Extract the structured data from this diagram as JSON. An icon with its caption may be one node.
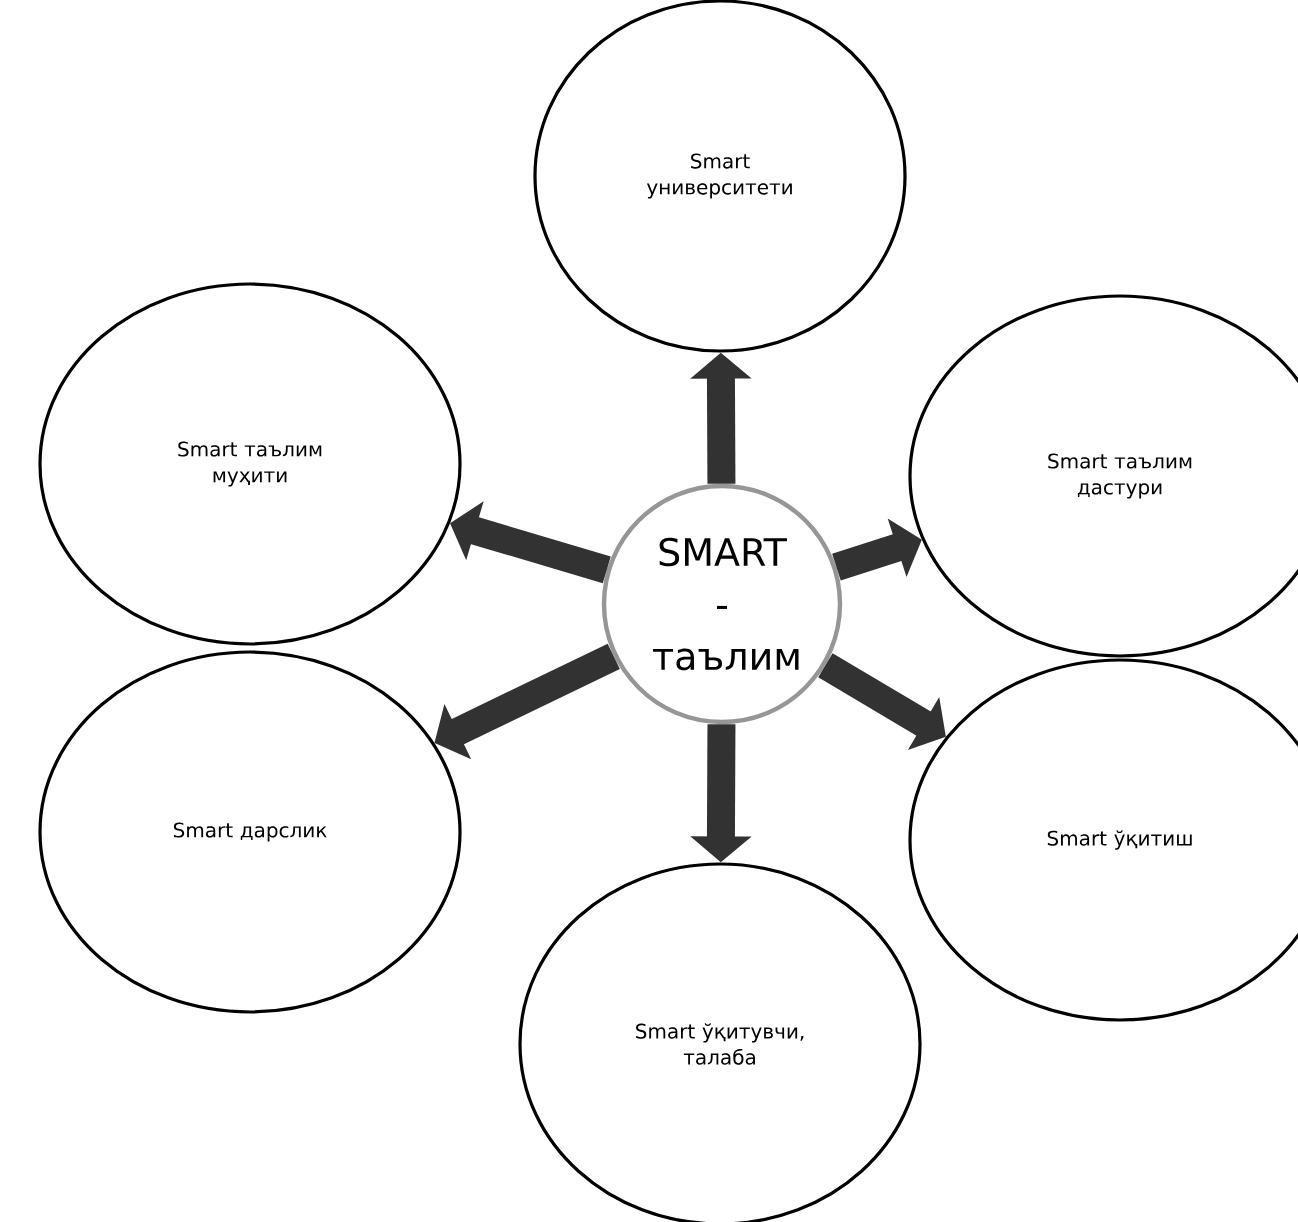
{
  "diagram": {
    "nodes": [
      {
        "text": [
          "Smart университети"
        ]
      },
      {
        "text": [
          "Smart таълим муҳити"
        ]
      },
      {
        "text": [
          "Smart таълим дастури"
        ]
      },
      {
        "text": [
          "SMART - таълим"
        ]
      },
      {
        "text": [
          "Smart дарслик"
        ]
      },
      {
        "text": [
          "Smart ўқитиш"
        ]
      },
      {
        "text": [
          "Smart ўқитувчи, талаба"
        ]
      }
    ],
    "edges": [
      {
        "from": 3,
        "to": 0,
        "arrow": "to"
      },
      {
        "from": 3,
        "to": 1,
        "arrow": "to"
      },
      {
        "from": 3,
        "to": 2,
        "arrow": "to"
      },
      {
        "from": 3,
        "to": 4,
        "arrow": "to"
      },
      {
        "from": 3,
        "to": 5,
        "arrow": "to"
      },
      {
        "from": 3,
        "to": 6,
        "arrow": "to"
      }
    ]
  }
}
